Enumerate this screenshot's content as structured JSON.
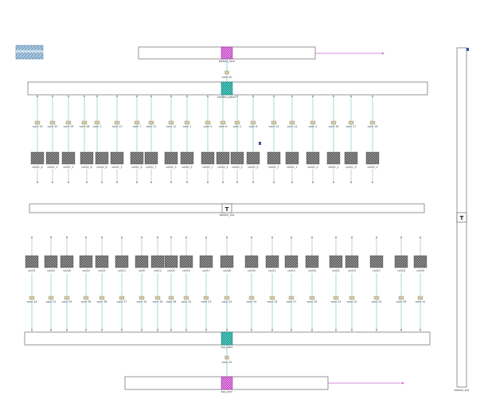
{
  "bus_blocks": {
    "top_bus": {
      "label": "bottom_conn",
      "symbol": ""
    },
    "upper_bus": {
      "label": "bottom_plate1",
      "symbol": ""
    },
    "middle_bus": {
      "label": "bottom_bus",
      "symbol": "T"
    },
    "lower_bus": {
      "label": "top_plate",
      "symbol": ""
    },
    "bottom_bus": {
      "label": "top_conn",
      "symbol": ""
    },
    "right_bus": {
      "label": "bottom_bus",
      "symbol": "T"
    }
  },
  "connectors": {
    "top_link": "conn 40",
    "bottom_link": "conn 45"
  },
  "upper_row": {
    "connectors": [
      "conn 19",
      "conn 20",
      "conn 09",
      "conn 08",
      "conn 3",
      "conn 13",
      "conn 7",
      "conn 12",
      "conn 11",
      "conn 1",
      "conn 5",
      "conn 8",
      "conn 2",
      "conn 6",
      "conn 15",
      "conn 14",
      "conn 4",
      "conn 16",
      "conn 17",
      "conn 18"
    ],
    "cells": [
      "cell01_8",
      "cell01_5",
      "cell01_2",
      "cell02_8",
      "cell02_6",
      "cell01_3",
      "cell01_6",
      "cell01_7",
      "cell02_3",
      "cell02_5",
      "cell02_1",
      "cell02_4",
      "cell02_2",
      "cell01_0",
      "cell01_7",
      "cell01_1",
      "cell02_0",
      "cell01_4",
      "cell01_9",
      "cell02_9"
    ]
  },
  "lower_row": {
    "cells": [
      "cell31",
      "cell20",
      "cell26",
      "cell24",
      "cell21",
      "cell13",
      "cell9",
      "cell12",
      "cell25",
      "cell10",
      "cell17",
      "cell28",
      "cell30",
      "cell11",
      "cell15",
      "cell16",
      "cell22",
      "cell19",
      "cell27",
      "cell18",
      "cell29"
    ],
    "connectors": [
      "conn 44",
      "conn 31",
      "conn 29",
      "conn 36",
      "conn 38",
      "conn 37",
      "conn 22",
      "conn 28",
      "conn 26",
      "conn 32",
      "conn 43",
      "conn 42",
      "conn 30",
      "conn 33",
      "conn 27",
      "conn 35",
      "conn 23",
      "conn 25",
      "conn 24",
      "conn 39",
      "conn 41"
    ]
  },
  "colors": {
    "wire": "#5fc6c6",
    "conn_magenta": "#d040d0",
    "conn_teal": "#1aa8a0",
    "cell_dark": "#6a6a6a",
    "bus_border": "#7a7a7a",
    "magenta_line": "#cc66cc"
  },
  "thumbnail": {
    "icon": "thumbnail-image-icon"
  }
}
